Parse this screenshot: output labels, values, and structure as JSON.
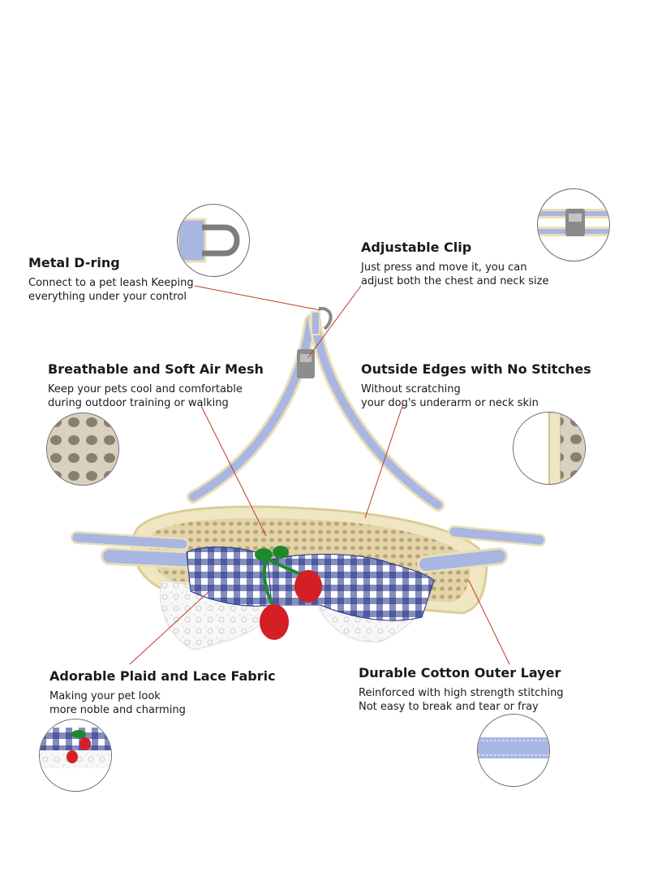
{
  "features": {
    "d_ring": {
      "title": "Metal D-ring",
      "desc_line1": "Connect to a pet leash Keeping",
      "desc_line2": "everything under your control",
      "icon": "d-ring-icon"
    },
    "clip": {
      "title": "Adjustable Clip",
      "desc_line1": "Just press and move it, you can",
      "desc_line2": "adjust both the chest and neck size",
      "icon": "clip-icon"
    },
    "mesh": {
      "title": "Breathable and Soft Air Mesh",
      "desc_line1": "Keep your pets cool and comfortable",
      "desc_line2": "during outdoor training or walking",
      "icon": "mesh-icon"
    },
    "edges": {
      "title": "Outside Edges with No Stitches",
      "desc_line1": "Without scratching",
      "desc_line2": "your dog's underarm or neck skin",
      "icon": "edge-icon"
    },
    "plaid": {
      "title": "Adorable Plaid and Lace Fabric",
      "desc_line1": "Making your pet look",
      "desc_line2": "more noble and charming",
      "icon": "plaid-lace-icon"
    },
    "cotton": {
      "title": "Durable Cotton Outer Layer",
      "desc_line1": "Reinforced with high strength stitching",
      "desc_line2": "Not easy to break and tear or fray",
      "icon": "cotton-strap-icon"
    }
  },
  "colors": {
    "strap_blue": "#a9b6e2",
    "strap_cream": "#e9dfb8",
    "mesh_beige": "#d9c99c",
    "gingham_navy": "#1f2f86",
    "cherry_red": "#d41f25",
    "leaf_green": "#1c8a2a",
    "leader_line": "#c0392b"
  }
}
